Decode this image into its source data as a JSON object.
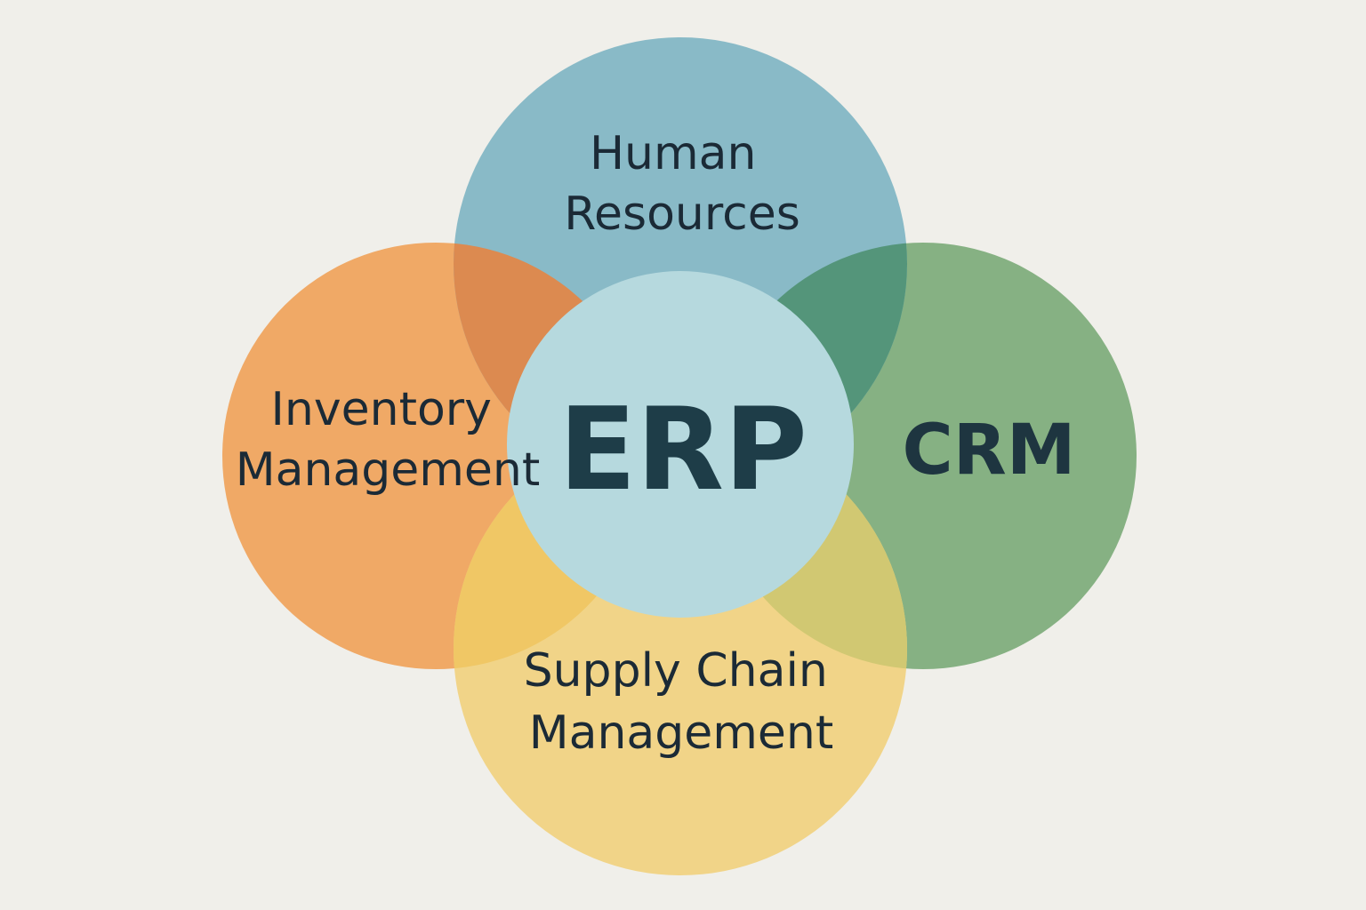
{
  "diagram": {
    "title": "ERP",
    "center": {
      "label": "ERP",
      "color": "#b6d9de"
    },
    "modules": [
      {
        "id": "hr",
        "lines": [
          "Human",
          "Resources"
        ],
        "color": "#89bac7"
      },
      {
        "id": "inventory",
        "lines": [
          "Inventory",
          "Management"
        ],
        "color": "#f0a966"
      },
      {
        "id": "crm",
        "lines": [
          "CRM"
        ],
        "color": "#86b183"
      },
      {
        "id": "supply_chain",
        "lines": [
          "Supply Chain",
          "Management"
        ],
        "color": "#f1d488"
      }
    ],
    "overlap_colors": {
      "hr_inventory": "#dc8a50",
      "hr_crm": "#54957a",
      "inventory_supply_chain": "#f0c765",
      "crm_supply_chain": "#d1c872"
    },
    "background": "#f0efea",
    "text_color": "#1b2a36"
  }
}
